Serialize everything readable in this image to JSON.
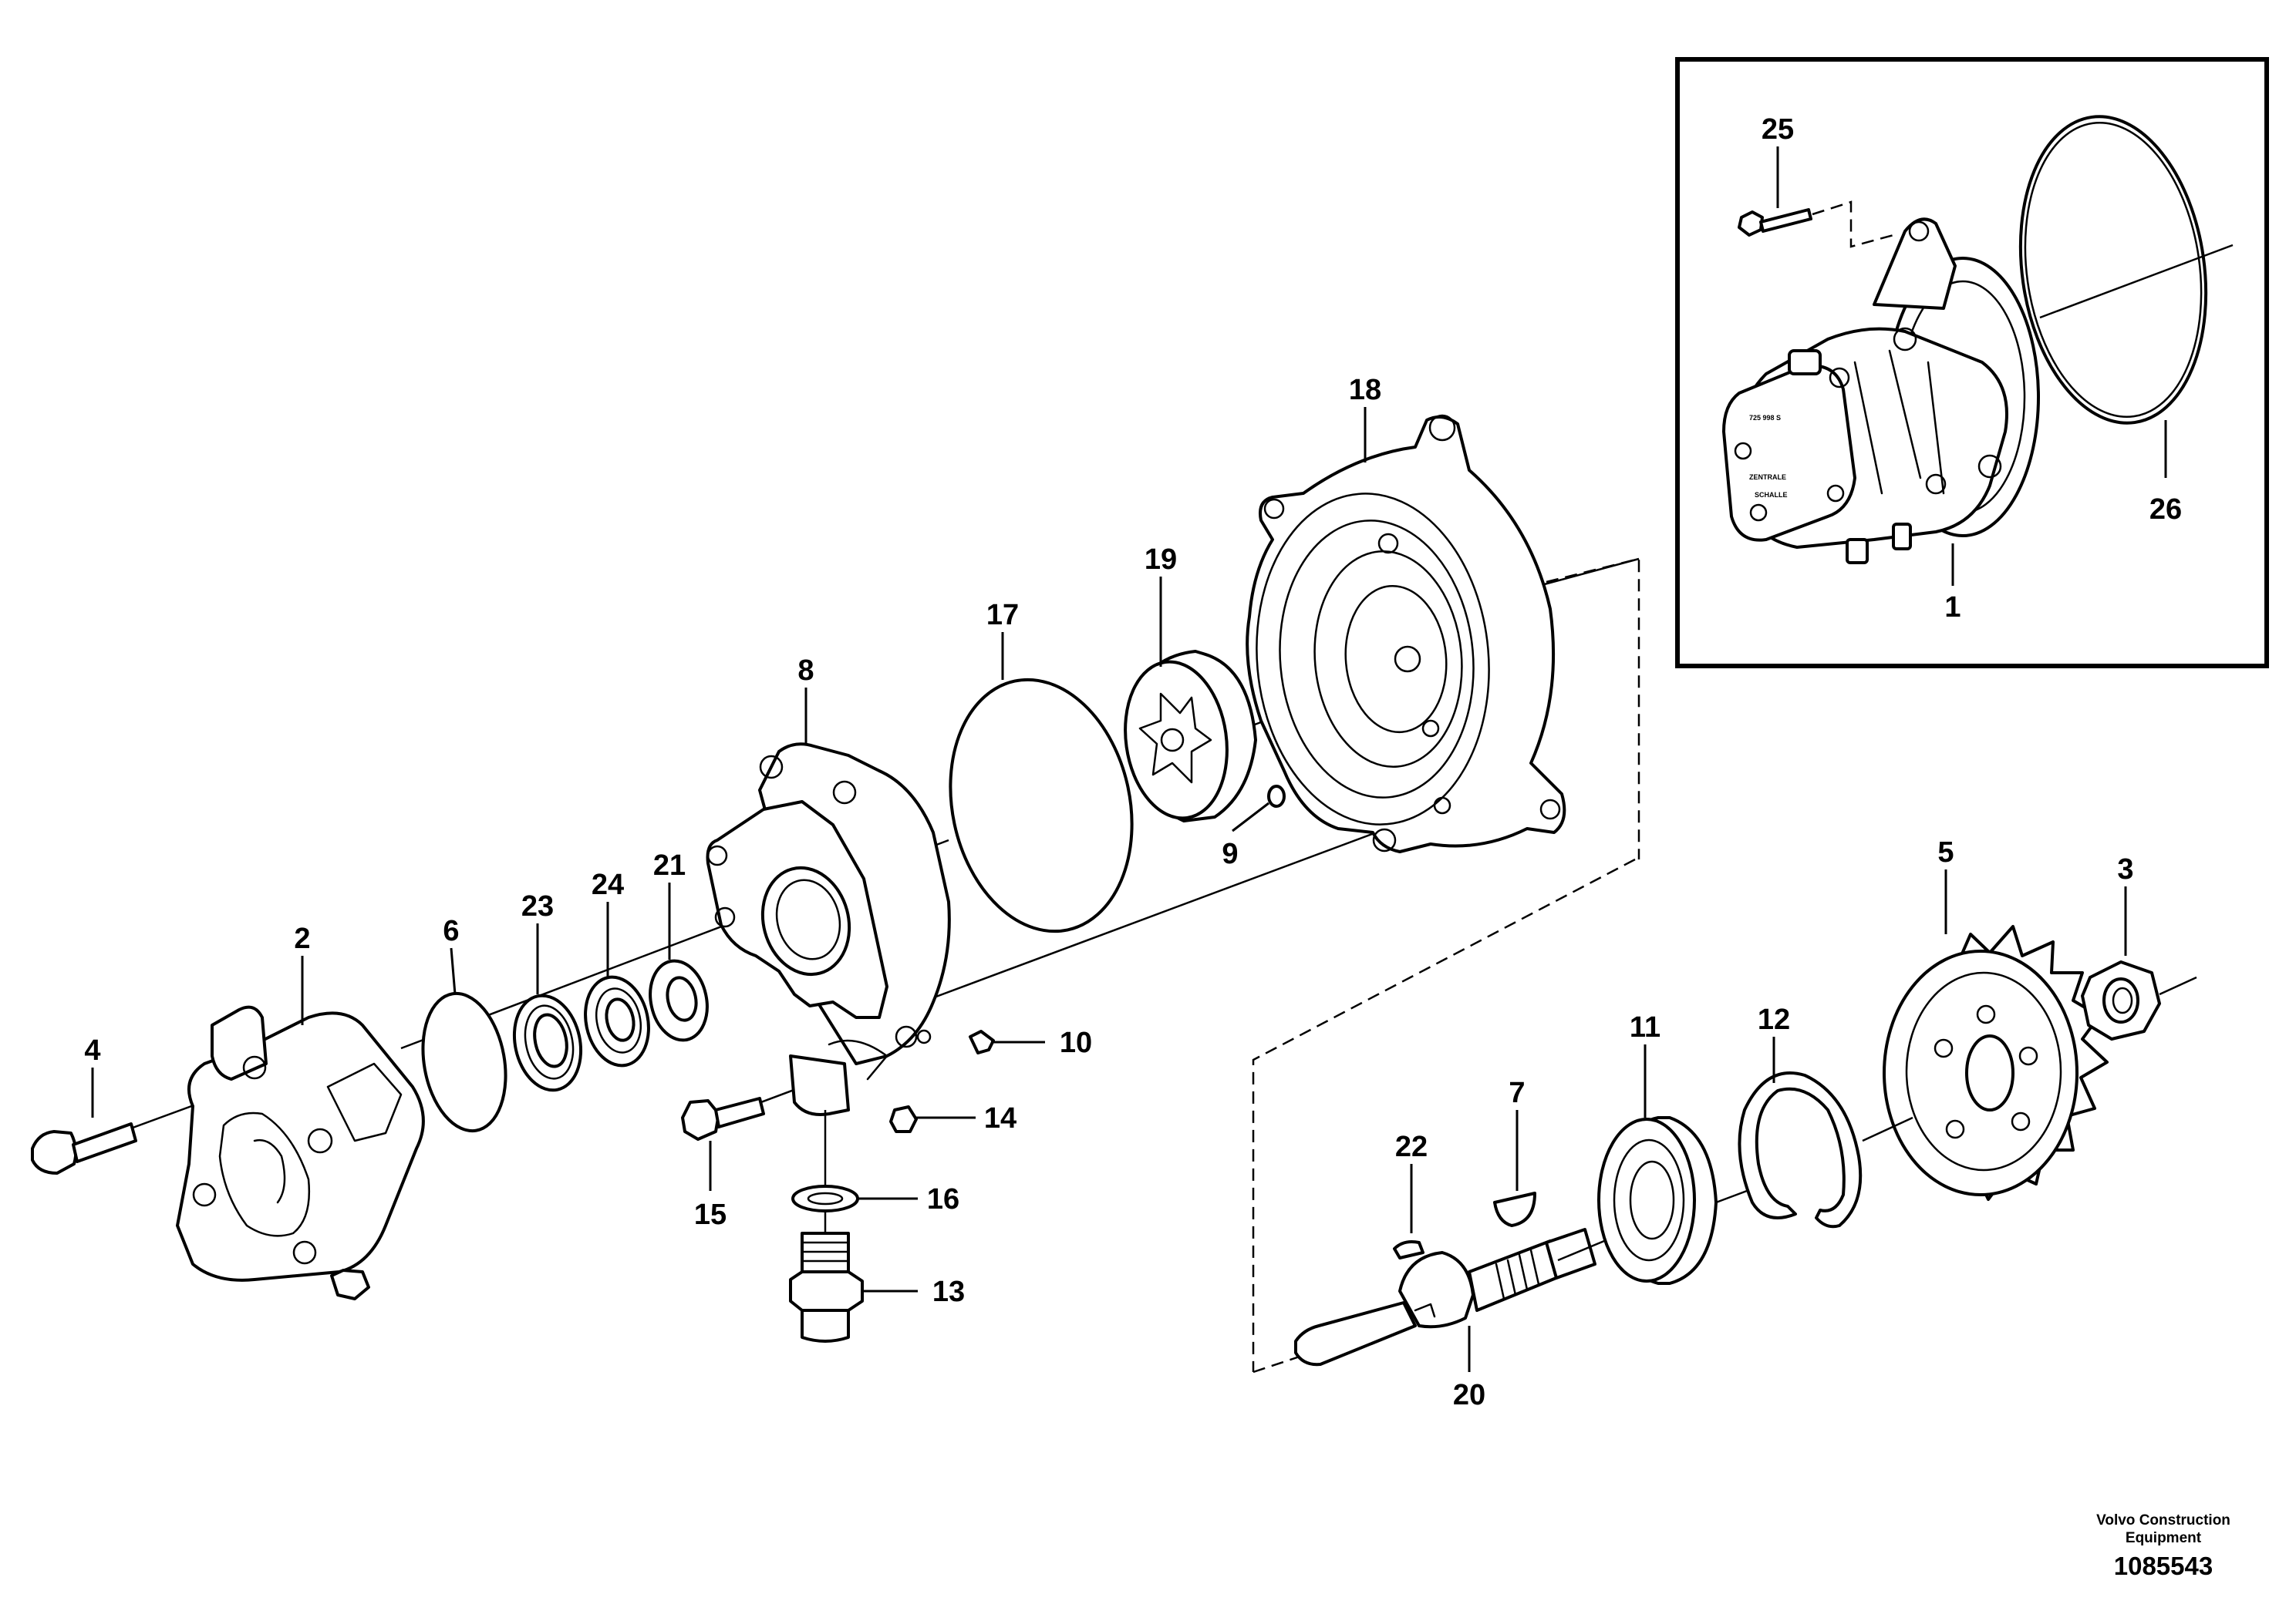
{
  "callouts": {
    "c1": "1",
    "c2": "2",
    "c3": "3",
    "c4": "4",
    "c5": "5",
    "c6": "6",
    "c7": "7",
    "c8": "8",
    "c9": "9",
    "c10": "10",
    "c11": "11",
    "c12": "12",
    "c13": "13",
    "c14": "14",
    "c15": "15",
    "c16": "16",
    "c17": "17",
    "c18": "18",
    "c19": "19",
    "c20": "20",
    "c21": "21",
    "c22": "22",
    "c23": "23",
    "c24": "24",
    "c25": "25",
    "c26": "26"
  },
  "footer": {
    "brand_line1": "Volvo Construction",
    "brand_line2": "Equipment",
    "drawing_number": "1085543"
  },
  "inset_marks": {
    "line1": "725 998 S",
    "line2": "ZENTRALE",
    "line3": "SCHALLE"
  }
}
